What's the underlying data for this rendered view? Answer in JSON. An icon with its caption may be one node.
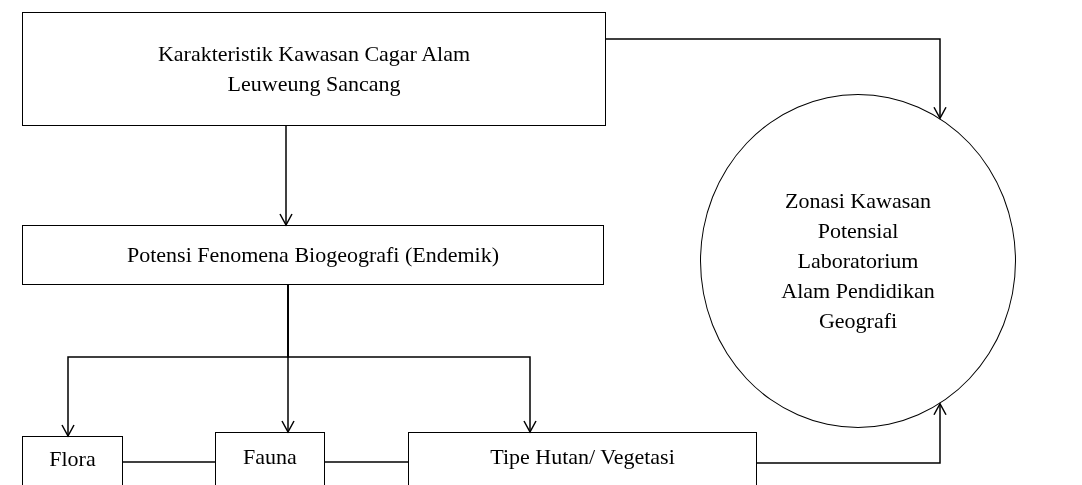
{
  "diagram": {
    "nodes": [
      {
        "text": [
          "Karakteristik Kawasan Cagar Alam Leuweung Sancang"
        ]
      },
      {
        "text": [
          "Potensi Fenomena Biogeografi (Endemik)"
        ]
      },
      {
        "text": [
          "Flora"
        ]
      },
      {
        "text": [
          "Fauna"
        ]
      },
      {
        "text": [
          "Tipe Hutan/ Vegetasi"
        ]
      },
      {
        "text": [
          "Zonasi Kawasan Potensial Laboratorium Alam Pendidikan Geografi"
        ]
      }
    ],
    "edges": [
      {
        "from": 0,
        "to": 5,
        "arrow": "to"
      },
      {
        "from": 0,
        "to": 1,
        "arrow": "to"
      },
      {
        "from": 1,
        "to": 2,
        "arrow": "to"
      },
      {
        "from": 1,
        "to": 3,
        "arrow": "to"
      },
      {
        "from": 1,
        "to": 4,
        "arrow": "to"
      },
      {
        "from": 2,
        "to": 3,
        "arrow": "none"
      },
      {
        "from": 3,
        "to": 4,
        "arrow": "none"
      },
      {
        "from": 4,
        "to": 5,
        "arrow": "to"
      }
    ]
  }
}
